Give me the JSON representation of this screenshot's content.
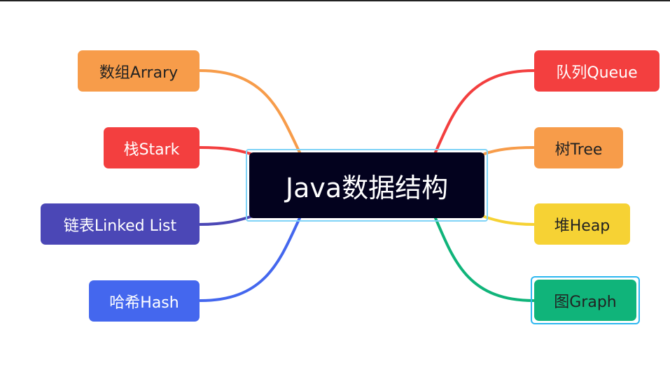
{
  "mindmap": {
    "center": {
      "label": "Java数据结构",
      "color": "#03021e"
    },
    "left_nodes": [
      {
        "id": "array",
        "label": "数组Arrary",
        "color": "#f79c4a",
        "text_color": "#222222"
      },
      {
        "id": "stack",
        "label": "栈Stark",
        "color": "#f33f3f",
        "text_color": "#ffffff"
      },
      {
        "id": "linked-list",
        "label": "链表Linked List",
        "color": "#4b47b6",
        "text_color": "#ffffff"
      },
      {
        "id": "hash",
        "label": "哈希Hash",
        "color": "#4467ee",
        "text_color": "#ffffff"
      }
    ],
    "right_nodes": [
      {
        "id": "queue",
        "label": "队列Queue",
        "color": "#f33f3f",
        "text_color": "#ffffff"
      },
      {
        "id": "tree",
        "label": "树Tree",
        "color": "#f79c4a",
        "text_color": "#222222"
      },
      {
        "id": "heap",
        "label": "堆Heap",
        "color": "#f6d234",
        "text_color": "#222222"
      },
      {
        "id": "graph",
        "label": "图Graph",
        "color": "#10b47a",
        "text_color": "#222222",
        "selected": true
      }
    ]
  }
}
